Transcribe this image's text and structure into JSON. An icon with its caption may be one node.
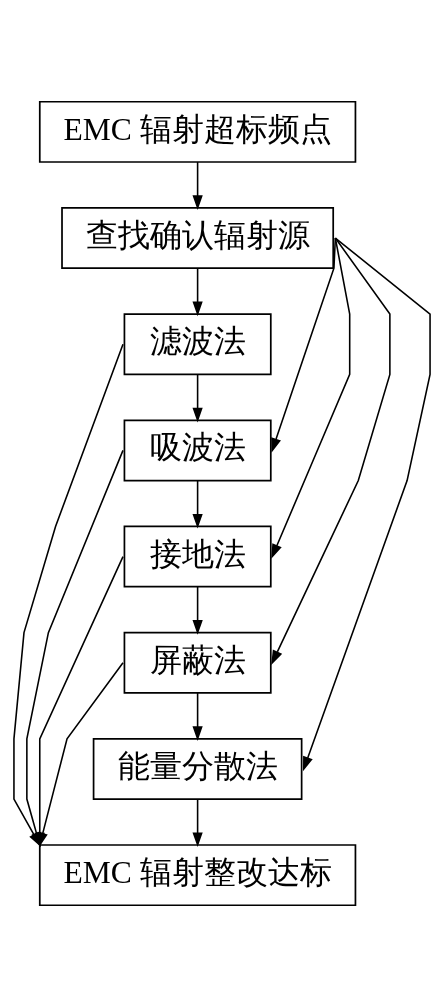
{
  "diagram": {
    "nodes": [
      {
        "text": [
          "EMC 辐射超标频点"
        ]
      },
      {
        "text": [
          "查找确认辐射源"
        ]
      },
      {
        "text": [
          "滤波法"
        ]
      },
      {
        "text": [
          "吸波法"
        ]
      },
      {
        "text": [
          "接地法"
        ]
      },
      {
        "text": [
          "屏蔽法"
        ]
      },
      {
        "text": [
          "能量分散法"
        ]
      },
      {
        "text": [
          "EMC 辐射整改达标"
        ]
      }
    ],
    "edges": [
      {
        "from": 0,
        "to": 1,
        "arrow": "to"
      },
      {
        "from": 1,
        "to": 2,
        "arrow": "to"
      },
      {
        "from": 2,
        "to": 3,
        "arrow": "to"
      },
      {
        "from": 3,
        "to": 4,
        "arrow": "to"
      },
      {
        "from": 4,
        "to": 5,
        "arrow": "to"
      },
      {
        "from": 5,
        "to": 6,
        "arrow": "to"
      },
      {
        "from": 6,
        "to": 7,
        "arrow": "to"
      },
      {
        "from": 1,
        "to": 3,
        "arrow": "to"
      },
      {
        "from": 1,
        "to": 4,
        "arrow": "to"
      },
      {
        "from": 1,
        "to": 5,
        "arrow": "to"
      },
      {
        "from": 1,
        "to": 6,
        "arrow": "to"
      },
      {
        "from": 2,
        "to": 7,
        "arrow": "to"
      },
      {
        "from": 3,
        "to": 7,
        "arrow": "to"
      },
      {
        "from": 4,
        "to": 7,
        "arrow": "to"
      },
      {
        "from": 5,
        "to": 7,
        "arrow": "to"
      }
    ]
  }
}
